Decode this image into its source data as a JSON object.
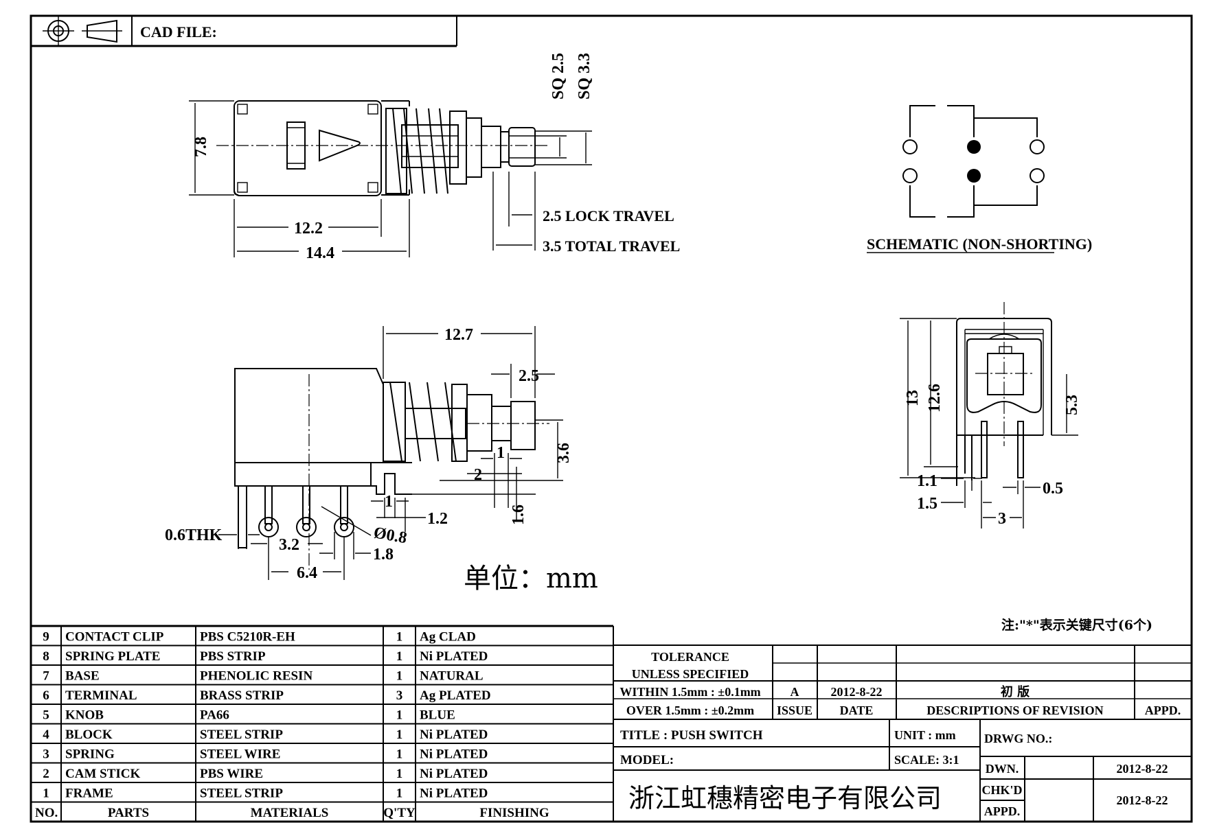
{
  "header": {
    "symbol_icon": "first-angle-projection-icon",
    "cad_file_label": "CAD FILE:",
    "cad_file_value": ""
  },
  "top_view": {
    "dims": {
      "height": "7.8",
      "body_length": "12.2",
      "frame_length": "14.4",
      "sq_small": "SQ 2.5",
      "sq_large": "SQ 3.3",
      "lock_travel": "2.5 LOCK TRAVEL",
      "total_travel": "3.5 TOTAL TRAVEL"
    }
  },
  "side_view": {
    "dims": {
      "overall": "12.7",
      "knob": "2.5",
      "d1": "1",
      "d2": "2",
      "d3": "3.6",
      "d4": "1.6",
      "d5": "1",
      "d6": "1.2",
      "thickness": "0.6THK",
      "hole": "Ø0.8",
      "pitch": "3.2",
      "pitch2": "6.4",
      "pad": "1.8"
    },
    "unit_note": "单位：mm"
  },
  "schematic": {
    "title": "SCHEMATIC (NON-SHORTING)"
  },
  "front_view": {
    "dims": {
      "h1": "13",
      "h2": "12.6",
      "h3": "5.3",
      "w1": "1.1",
      "w2": "1.5",
      "w3": "3",
      "w4": "0.5"
    }
  },
  "note": "注:\"*\"表示关键尺寸(6个)",
  "bom": {
    "headers": [
      "NO.",
      "PARTS",
      "MATERIALS",
      "Q'TY",
      "FINISHING"
    ],
    "rows": [
      {
        "no": "9",
        "part": "CONTACT CLIP",
        "material": "PBS C5210R-EH",
        "qty": "1",
        "finish": "Ag CLAD"
      },
      {
        "no": "8",
        "part": "SPRING PLATE",
        "material": "PBS STRIP",
        "qty": "1",
        "finish": "Ni PLATED"
      },
      {
        "no": "7",
        "part": "BASE",
        "material": "PHENOLIC RESIN",
        "qty": "1",
        "finish": "NATURAL"
      },
      {
        "no": "6",
        "part": "TERMINAL",
        "material": "BRASS STRIP",
        "qty": "3",
        "finish": "Ag PLATED"
      },
      {
        "no": "5",
        "part": "KNOB",
        "material": "PA66",
        "qty": "1",
        "finish": "BLUE"
      },
      {
        "no": "4",
        "part": "BLOCK",
        "material": "STEEL STRIP",
        "qty": "1",
        "finish": "Ni PLATED"
      },
      {
        "no": "3",
        "part": "SPRING",
        "material": "STEEL WIRE",
        "qty": "1",
        "finish": "Ni PLATED"
      },
      {
        "no": "2",
        "part": "CAM STICK",
        "material": "PBS WIRE",
        "qty": "1",
        "finish": "Ni PLATED"
      },
      {
        "no": "1",
        "part": "FRAME",
        "material": "STEEL STRIP",
        "qty": "1",
        "finish": "Ni PLATED"
      }
    ]
  },
  "title_block": {
    "tolerance_title": "TOLERANCE",
    "tolerance_sub": "UNLESS   SPECIFIED",
    "tol_within": "WITHIN 1.5mm : ±0.1mm",
    "tol_over": "OVER 1.5mm : ±0.2mm",
    "revision": {
      "issue": "A",
      "date": "2012-8-22",
      "description": "初 版",
      "appd": ""
    },
    "rev_headers": {
      "issue": "ISSUE",
      "date": "DATE",
      "desc": "DESCRIPTIONS OF REVISION",
      "appd": "APPD."
    },
    "title": "TITLE : PUSH SWITCH",
    "model": "MODEL:",
    "unit": "UNIT :  mm",
    "scale": "SCALE:  3:1",
    "drwg_no": "DRWG NO.:",
    "company": "浙江虹穗精密电子有限公司",
    "dwn_label": "DWN.",
    "dwn_date": "2012-8-22",
    "chkd_label": "CHK'D",
    "appd_label": "APPD.",
    "chkd_date": "2012-8-22"
  }
}
